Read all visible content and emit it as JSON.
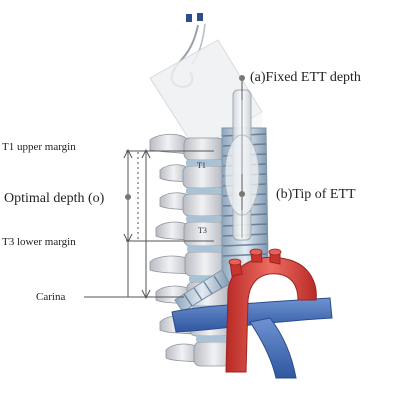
{
  "labels": {
    "fixed_depth": "(a)Fixed ETT depth",
    "tip": "(b)Tip of ETT",
    "t1_upper": "T1 upper margin",
    "optimal_depth": "Optimal depth (o)",
    "t3_lower": "T3 lower margin",
    "carina": "Carina",
    "vertebra_t1": "T1",
    "vertebra_t3": "T3"
  },
  "colors": {
    "aorta": "#d9403a",
    "vein": "#4a72b8",
    "trachea_ring": "#b8c6d6",
    "vertebra": "#d8dadf",
    "disc": "#a9c2d6",
    "tube": "#e9ecef",
    "guide_line": "#555555"
  }
}
